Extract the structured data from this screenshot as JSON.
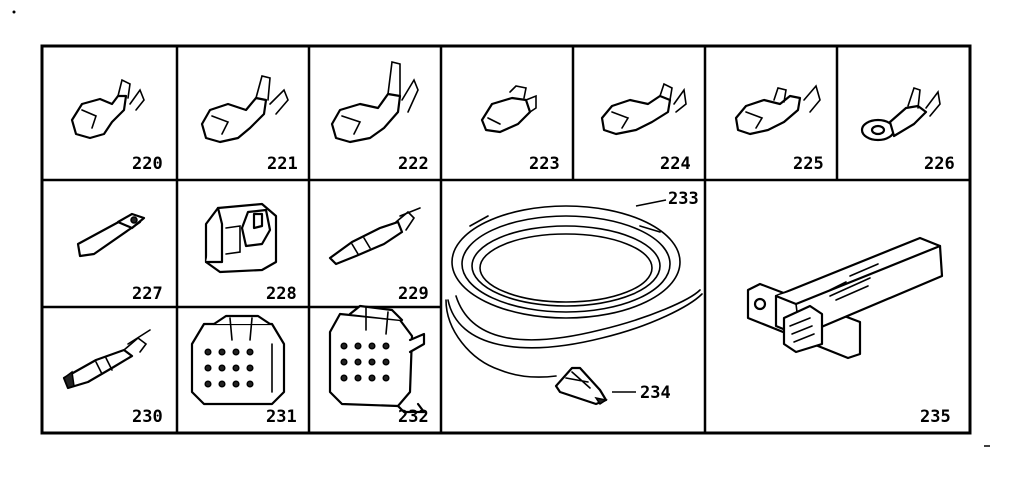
{
  "diagram": {
    "parts": [
      {
        "id": "part-220",
        "number": "220"
      },
      {
        "id": "part-221",
        "number": "221"
      },
      {
        "id": "part-222",
        "number": "222"
      },
      {
        "id": "part-223",
        "number": "223"
      },
      {
        "id": "part-224",
        "number": "224"
      },
      {
        "id": "part-225",
        "number": "225"
      },
      {
        "id": "part-226",
        "number": "226"
      },
      {
        "id": "part-227",
        "number": "227"
      },
      {
        "id": "part-228",
        "number": "228"
      },
      {
        "id": "part-229",
        "number": "229"
      },
      {
        "id": "part-230",
        "number": "230"
      },
      {
        "id": "part-231",
        "number": "231"
      },
      {
        "id": "part-232",
        "number": "232"
      },
      {
        "id": "part-233",
        "number": "233"
      },
      {
        "id": "part-234",
        "number": "234"
      },
      {
        "id": "part-235",
        "number": "235"
      }
    ]
  }
}
